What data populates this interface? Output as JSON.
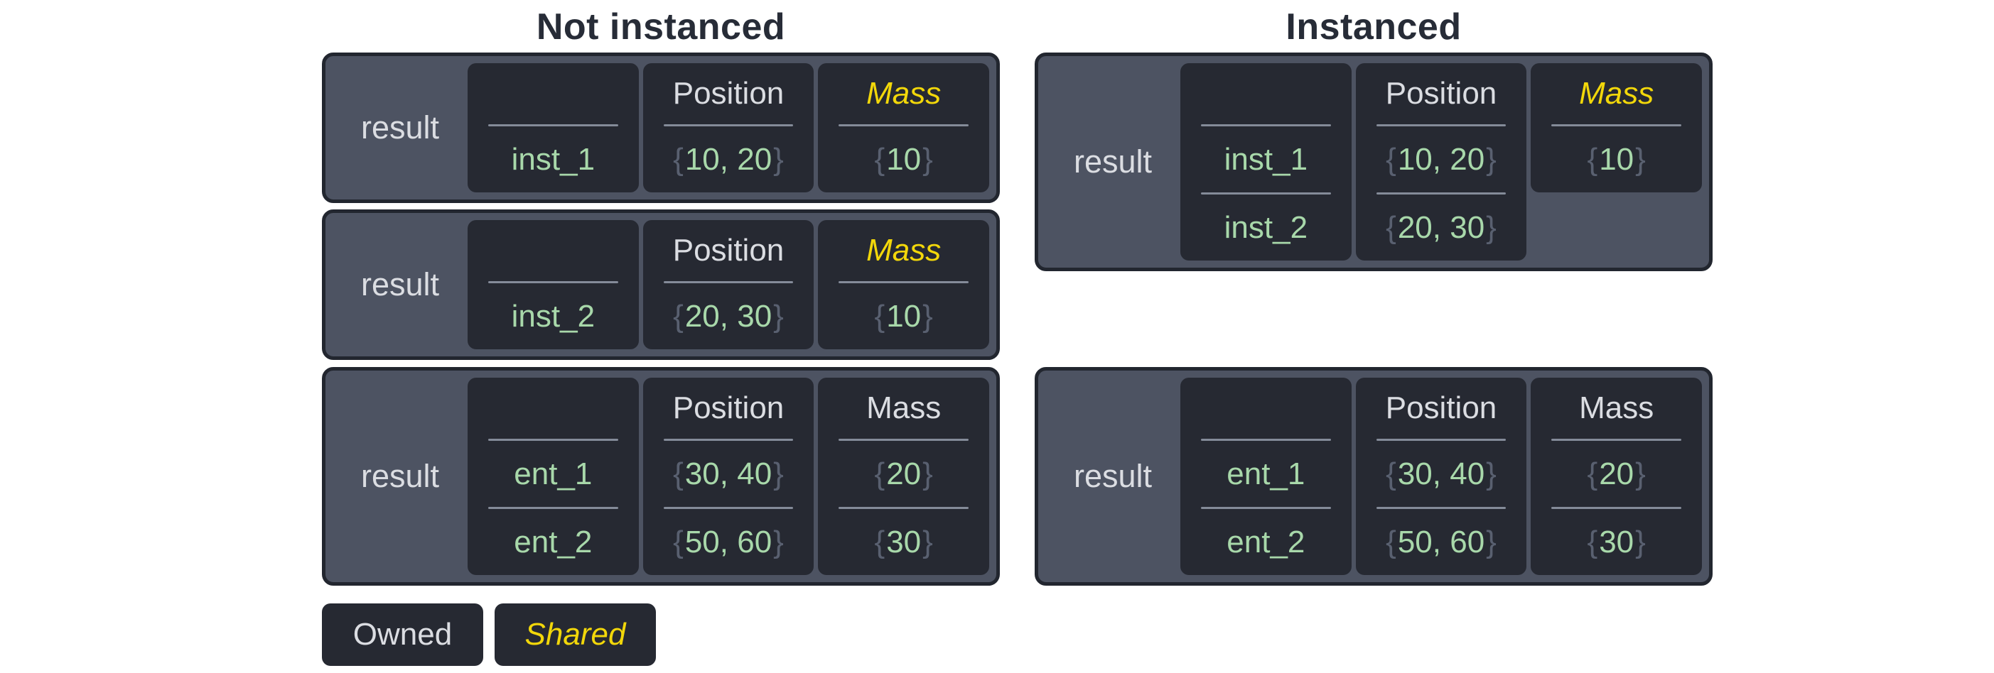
{
  "colors": {
    "title": "#272c37",
    "table_bg": "#4d5362",
    "table_border": "#22262f",
    "cell_bg": "#262932",
    "divider": "#848b99",
    "owned_text": "#dbdde2",
    "shared_text": "#f2d70a",
    "value_green": "#a8d8aa",
    "brace_gray": "#596070",
    "page_bg": "#ffffff"
  },
  "sections": [
    {
      "id": "not-instanced",
      "title": "Not instanced",
      "tables": [
        {
          "label": "result",
          "columns": [
            {
              "header": "",
              "shared": false,
              "values": [
                "inst_1"
              ]
            },
            {
              "header": "Position",
              "shared": false,
              "values": [
                "{10, 20}"
              ]
            },
            {
              "header": "Mass",
              "shared": true,
              "values": [
                "{10}"
              ]
            }
          ]
        },
        {
          "label": "result",
          "columns": [
            {
              "header": "",
              "shared": false,
              "values": [
                "inst_2"
              ]
            },
            {
              "header": "Position",
              "shared": false,
              "values": [
                "{20, 30}"
              ]
            },
            {
              "header": "Mass",
              "shared": true,
              "values": [
                "{10}"
              ]
            }
          ]
        },
        {
          "label": "result",
          "columns": [
            {
              "header": "",
              "shared": false,
              "values": [
                "ent_1",
                "ent_2"
              ]
            },
            {
              "header": "Position",
              "shared": false,
              "values": [
                "{30, 40}",
                "{50, 60}"
              ]
            },
            {
              "header": "Mass",
              "shared": false,
              "values": [
                "{20}",
                "{30}"
              ]
            }
          ]
        }
      ]
    },
    {
      "id": "instanced",
      "title": "Instanced",
      "tables": [
        {
          "label": "result",
          "columns": [
            {
              "header": "",
              "shared": false,
              "values": [
                "inst_1",
                "inst_2"
              ]
            },
            {
              "header": "Position",
              "shared": false,
              "values": [
                "{10, 20}",
                "{20, 30}"
              ]
            },
            {
              "header": "Mass",
              "shared": true,
              "values": [
                "{10}"
              ]
            }
          ]
        },
        {
          "label": "result",
          "columns": [
            {
              "header": "",
              "shared": false,
              "values": [
                "ent_1",
                "ent_2"
              ]
            },
            {
              "header": "Position",
              "shared": false,
              "values": [
                "{30, 40}",
                "{50, 60}"
              ]
            },
            {
              "header": "Mass",
              "shared": false,
              "values": [
                "{20}",
                "{30}"
              ]
            }
          ]
        }
      ]
    }
  ],
  "legend": {
    "items": [
      {
        "label": "Owned",
        "style": "owned"
      },
      {
        "label": "Shared",
        "style": "shared"
      }
    ]
  }
}
